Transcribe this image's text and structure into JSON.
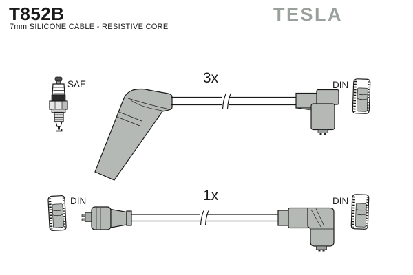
{
  "header": {
    "part_number": "T852B",
    "subtitle": "7mm SILICONE CABLE - RESISTIVE CORE",
    "brand": "TESLA"
  },
  "diagram": {
    "top_assembly": {
      "quantity_label": "3x",
      "plug_standard_label": "SAE",
      "terminal_standard_label": "DIN"
    },
    "bottom_assembly": {
      "quantity_label": "1x",
      "terminal_standard_label_left": "DIN",
      "terminal_standard_label_right": "DIN"
    },
    "colors": {
      "boot_fill": "#b5b9b5",
      "outline": "#1a1a1a",
      "brand_gray": "#9aa19c",
      "background": "#ffffff"
    }
  }
}
